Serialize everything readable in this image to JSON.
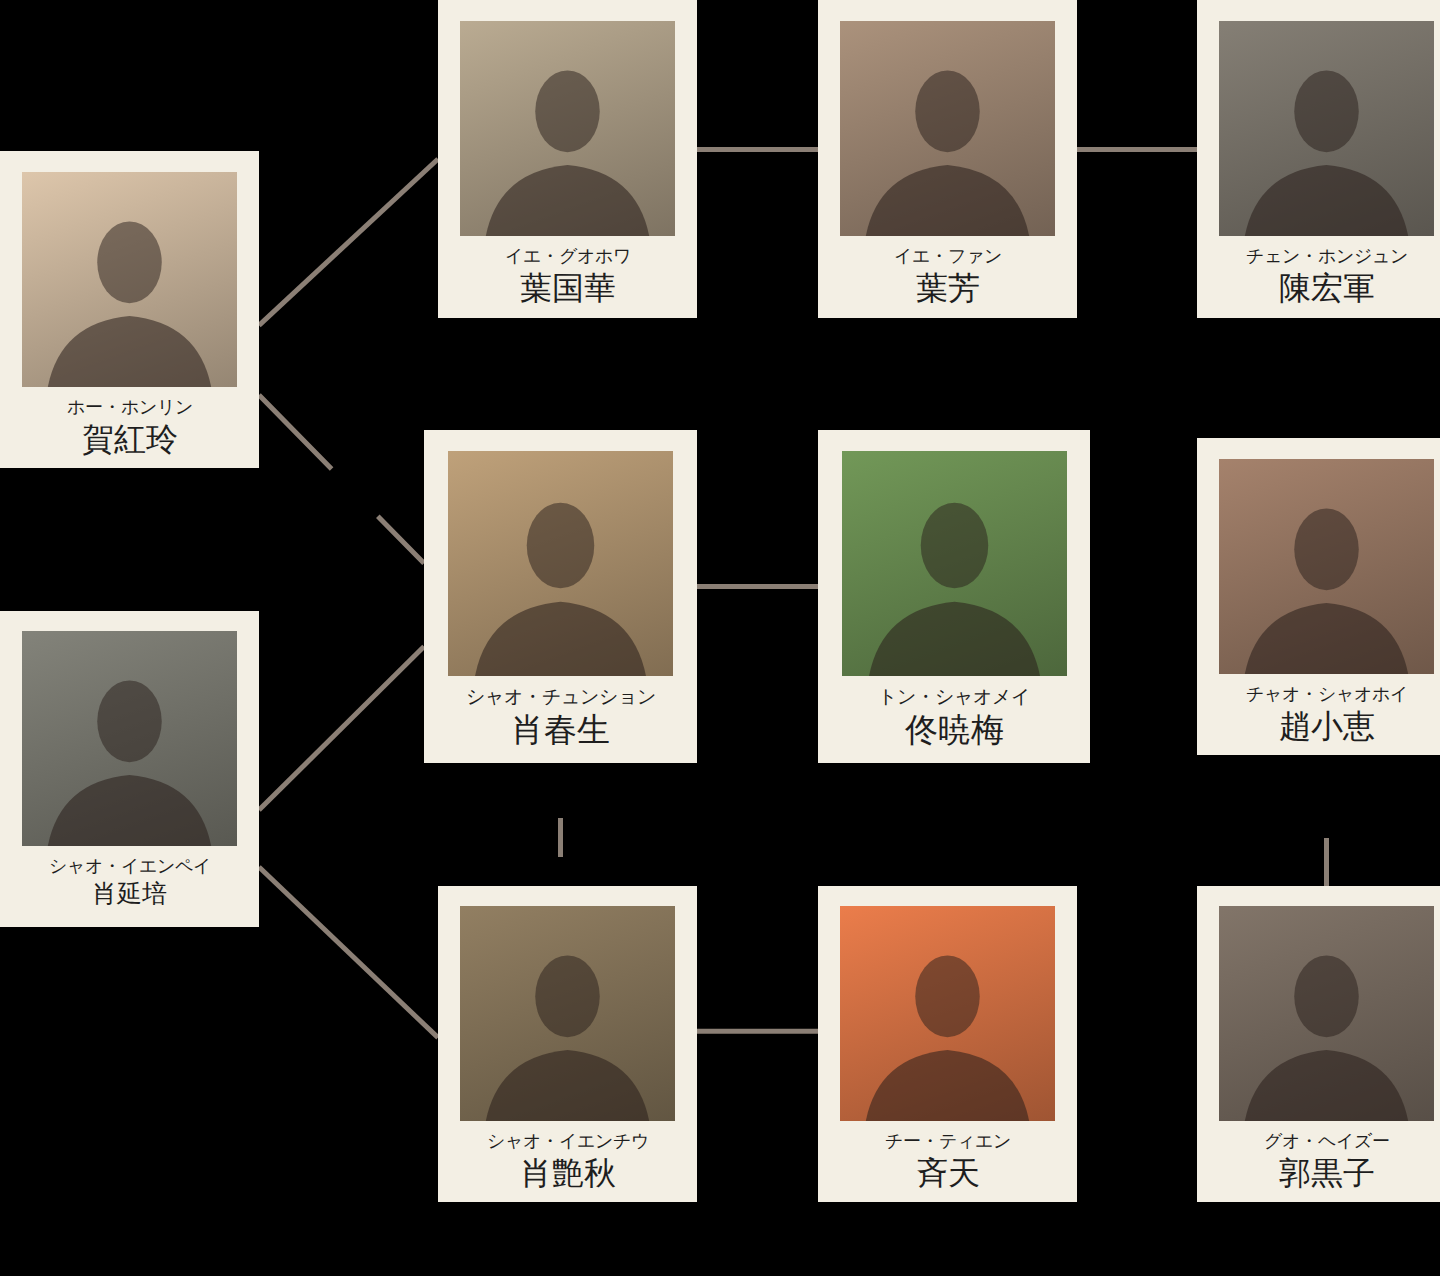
{
  "diagram": {
    "nodes": [
      {
        "text": [
          "ホー・ホンリン",
          "賀紅玲"
        ]
      },
      {
        "text": [
          "イエ・グオホワ",
          "葉国華"
        ]
      },
      {
        "text": [
          "イエ・ファン",
          "葉芳"
        ]
      },
      {
        "text": [
          "チェン・ホンジュン",
          "陳宏軍"
        ]
      },
      {
        "text": [
          "シャオ・チュンション",
          "肖春生"
        ]
      },
      {
        "text": [
          "トン・シャオメイ",
          "佟暁梅"
        ]
      },
      {
        "text": [
          "チャオ・シャオホイ",
          "趙小恵"
        ]
      },
      {
        "text": [
          "シャオ・イエンペイ",
          "肖延培"
        ]
      },
      {
        "text": [
          "シャオ・イエンチウ",
          "肖艶秋"
        ]
      },
      {
        "text": [
          "チー・ティエン",
          "斉天"
        ]
      },
      {
        "text": [
          "グオ・ヘイズー",
          "郭黒子"
        ]
      }
    ],
    "edges": [
      {
        "from": 0,
        "to": 1,
        "arrow": "none"
      },
      {
        "from": 0,
        "to": 4,
        "arrow": "none"
      },
      {
        "from": 1,
        "to": 2,
        "arrow": "none"
      },
      {
        "from": 2,
        "to": 3,
        "arrow": "none"
      },
      {
        "from": 7,
        "to": 4,
        "arrow": "none"
      },
      {
        "from": 7,
        "to": 8,
        "arrow": "none"
      },
      {
        "from": 4,
        "to": 5,
        "arrow": "none"
      },
      {
        "from": 4,
        "to": 8,
        "arrow": "none"
      },
      {
        "from": 8,
        "to": 9,
        "arrow": "none"
      },
      {
        "from": 6,
        "to": 10,
        "arrow": "none"
      }
    ]
  }
}
